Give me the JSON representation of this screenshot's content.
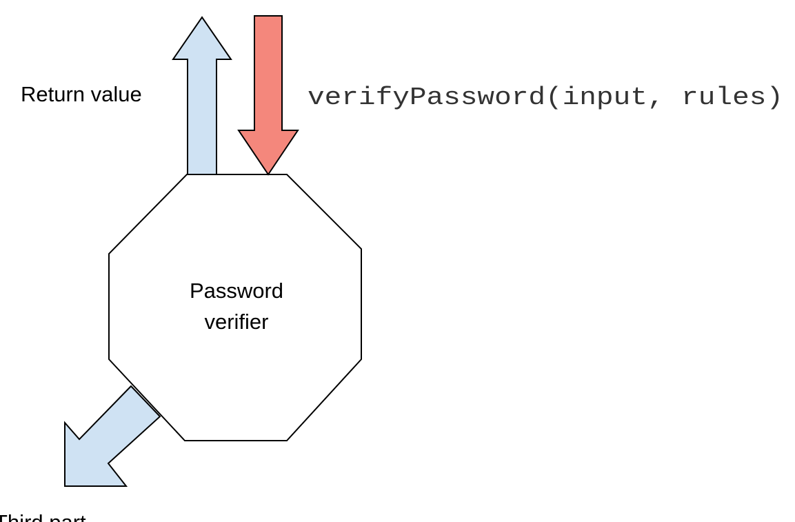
{
  "diagram": {
    "nodes": {
      "verifier": {
        "label_line1": "Password",
        "label_line2": "verifier"
      }
    },
    "edges": {
      "return_value": {
        "label": "Return value",
        "color": "#cfe2f3"
      },
      "call": {
        "label": "verifyPassword(input, rules)",
        "color": "#f4877c"
      },
      "third_party": {
        "label": "Third part",
        "color": "#cfe2f3"
      }
    },
    "colors": {
      "outline": "#000000",
      "background": "#ffffff"
    }
  }
}
